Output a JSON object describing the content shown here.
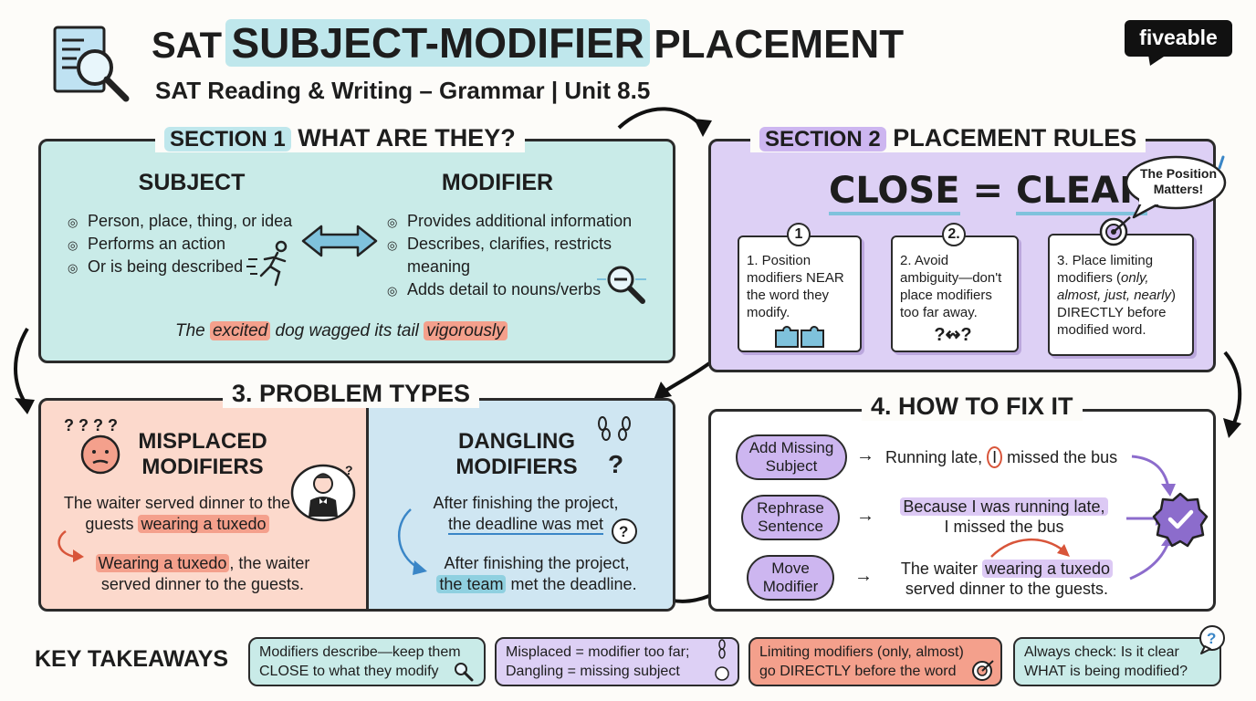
{
  "header": {
    "title_prefix": "SAT",
    "title_main": "SUBJECT-MODIFIER",
    "title_suffix": "PLACEMENT",
    "subtitle": "SAT Reading & Writing – Grammar | Unit 8.5",
    "brand": "fiveable"
  },
  "section1": {
    "tag": "SECTION 1",
    "title": "WHAT ARE THEY?",
    "subject_heading": "SUBJECT",
    "subject_items": [
      "Person, place, thing, or idea",
      "Performs an action",
      "Or is being described"
    ],
    "modifier_heading": "MODIFIER",
    "modifier_items": [
      "Provides additional information",
      "Describes, clarifies, restricts meaning",
      "Adds detail to nouns/verbs"
    ],
    "example": {
      "p1": "The ",
      "hl1": "excited",
      "p2": " dog wagged its tail ",
      "hl2": "vigorously"
    }
  },
  "section2": {
    "tag": "SECTION 2",
    "title": "PLACEMENT RULES",
    "headline_left": "CLOSE",
    "headline_eq": "=",
    "headline_right": "CLEAR",
    "bubble": "The Position Matters!",
    "rules": [
      {
        "num": "1",
        "text": "1. Position modifiers NEAR the word they modify."
      },
      {
        "num": "2.",
        "text": "2. Avoid ambiguity—don't place modifiers too far away."
      },
      {
        "num": "",
        "text_a": "3. Place limiting modifiers (",
        "text_i": "only, almost, just, nearly",
        "text_b": ") DIRECTLY before modified word."
      }
    ],
    "rule2_symbol": "?↭?"
  },
  "section3": {
    "title": "3. PROBLEM TYPES",
    "misplaced_heading": "MISPLACED MODIFIERS",
    "misplaced_qmarks": "? ? ? ?",
    "misplaced_ex1_a": "The waiter served dinner to the guests ",
    "misplaced_ex1_hl": "wearing a tuxedo",
    "misplaced_ex2_hl": "Wearing a tuxedo",
    "misplaced_ex2_b": ", the waiter served dinner to the guests.",
    "dangling_heading": "DANGLING MODIFIERS",
    "dangling_ex1_a": "After finishing the project,",
    "dangling_ex1_b": "the deadline was met",
    "dangling_ex2_a": "After finishing the project,",
    "dangling_ex2_hl": "the team",
    "dangling_ex2_b": " met the deadline."
  },
  "section4": {
    "title": "4. HOW TO FIX IT",
    "fixes": [
      {
        "label": "Add Missing Subject",
        "t1": "Running late, ",
        "hl": "I",
        "t2": " missed the bus"
      },
      {
        "label": "Rephrase Sentence",
        "hl": "Because I was running late,",
        "t2": "I missed the bus"
      },
      {
        "label": "Move Modifier",
        "t1": "The waiter ",
        "hl": "wearing a tuxedo",
        "t2": "served dinner to the guests."
      }
    ]
  },
  "takeaways": {
    "heading": "KEY TAKEAWAYS",
    "items": [
      {
        "l1": "Modifiers describe—keep them",
        "l2": "CLOSE to what they modify"
      },
      {
        "l1": "Misplaced = modifier too far;",
        "l2": "Dangling = missing subject"
      },
      {
        "l1": "Limiting modifiers (only, almost)",
        "l2": "go DIRECTLY before the word"
      },
      {
        "l1": "Always check: Is it clear",
        "l2": "WHAT is being modified?"
      }
    ]
  },
  "colors": {
    "teal": "#c9ebe8",
    "purple": "#ddd0f5",
    "salmon": "#fcd9cc",
    "blue": "#cfe6f2",
    "accent_red": "#f4a08c"
  },
  "icons": [
    "magnifier-document-icon",
    "runner-icon",
    "double-arrow-icon",
    "magnifier-icon",
    "target-icon",
    "puzzle-icon",
    "confused-face-icon",
    "waiter-icon",
    "chain-icon",
    "question-bubble-icon",
    "check-badge-icon"
  ]
}
